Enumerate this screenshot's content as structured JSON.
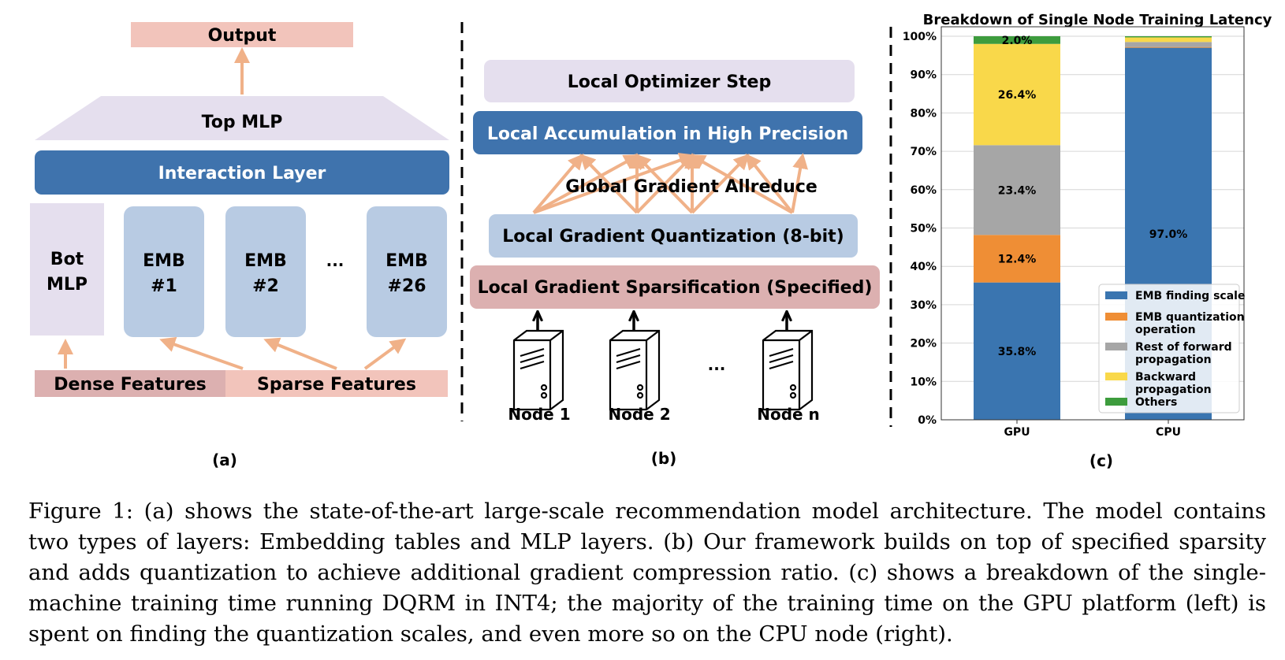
{
  "panel_a": {
    "output": "Output",
    "top_mlp": "Top MLP",
    "interaction_layer": "Interaction Layer",
    "bot_mlp_line1": "Bot",
    "bot_mlp_line2": "MLP",
    "emb_label": "EMB",
    "emb_ids": [
      "#1",
      "#2",
      "#26"
    ],
    "ellipsis": "...",
    "dense_features": "Dense Features",
    "sparse_features": "Sparse Features",
    "label": "(a)"
  },
  "panel_b": {
    "optimizer_step": "Local Optimizer Step",
    "accumulation": "Local Accumulation in High Precision",
    "allreduce": "Global Gradient Allreduce",
    "quantization": "Local Gradient Quantization (8-bit)",
    "sparsification": "Local Gradient Sparsification (Specified)",
    "nodes": [
      "Node 1",
      "Node 2",
      "Node n"
    ],
    "ellipsis": "...",
    "label": "(b)"
  },
  "panel_c": {
    "label": "(c)"
  },
  "chart_data": {
    "type": "bar",
    "stacked": true,
    "title": "Breakdown of Single Node Training Latency",
    "categories": [
      "GPU",
      "CPU"
    ],
    "yaxis_ticks": [
      "0%",
      "10%",
      "20%",
      "30%",
      "40%",
      "50%",
      "60%",
      "70%",
      "80%",
      "90%",
      "100%"
    ],
    "ylim": [
      0,
      100
    ],
    "grid": true,
    "legend_position": "lower-right",
    "series": [
      {
        "name": "EMB finding scale",
        "color": "#3a75b0",
        "values": [
          35.8,
          97.0
        ],
        "labels": [
          "35.8%",
          "97.0%"
        ]
      },
      {
        "name": "EMB quantization operation",
        "color": "#ef8e35",
        "values": [
          12.4,
          0.2
        ],
        "labels": [
          "12.4%",
          ""
        ]
      },
      {
        "name": "Rest of forward propagation",
        "color": "#a6a6a6",
        "values": [
          23.4,
          1.3
        ],
        "labels": [
          "23.4%",
          ""
        ]
      },
      {
        "name": "Backward propagation",
        "color": "#f9d84a",
        "values": [
          26.4,
          1.2
        ],
        "labels": [
          "26.4%",
          ""
        ]
      },
      {
        "name": "Others",
        "color": "#3d9c3d",
        "values": [
          2.0,
          0.3
        ],
        "labels": [
          "2.0%",
          ""
        ]
      }
    ],
    "legend": [
      [
        "EMB finding scale"
      ],
      [
        "EMB quantization",
        "operation"
      ],
      [
        "Rest of forward",
        "propagation"
      ],
      [
        "Backward",
        "propagation"
      ],
      [
        "Others"
      ]
    ]
  },
  "caption": [
    "Figure 1: (a) shows the state-of-the-art large-scale recommendation model architecture. The model contains two types of layers: Embedding tables and MLP layers.  (b) Our framework builds on top of specified sparsity and adds quantization to achieve additional gradient compression ratio. (c) shows a breakdown of the single-machine training time running DQRM in INT4; the majority of the training time on the GPU platform (left) is spent on finding the quantization scales, and even more so on the CPU node (right)."
  ],
  "colors": {
    "blue": "#3f73ad",
    "light_blue": "#b8cbe3",
    "lavender": "#e5dfee",
    "salmon": "#f2c4bb",
    "rose": "#dcb0b0",
    "arrow": "#f0b188"
  }
}
